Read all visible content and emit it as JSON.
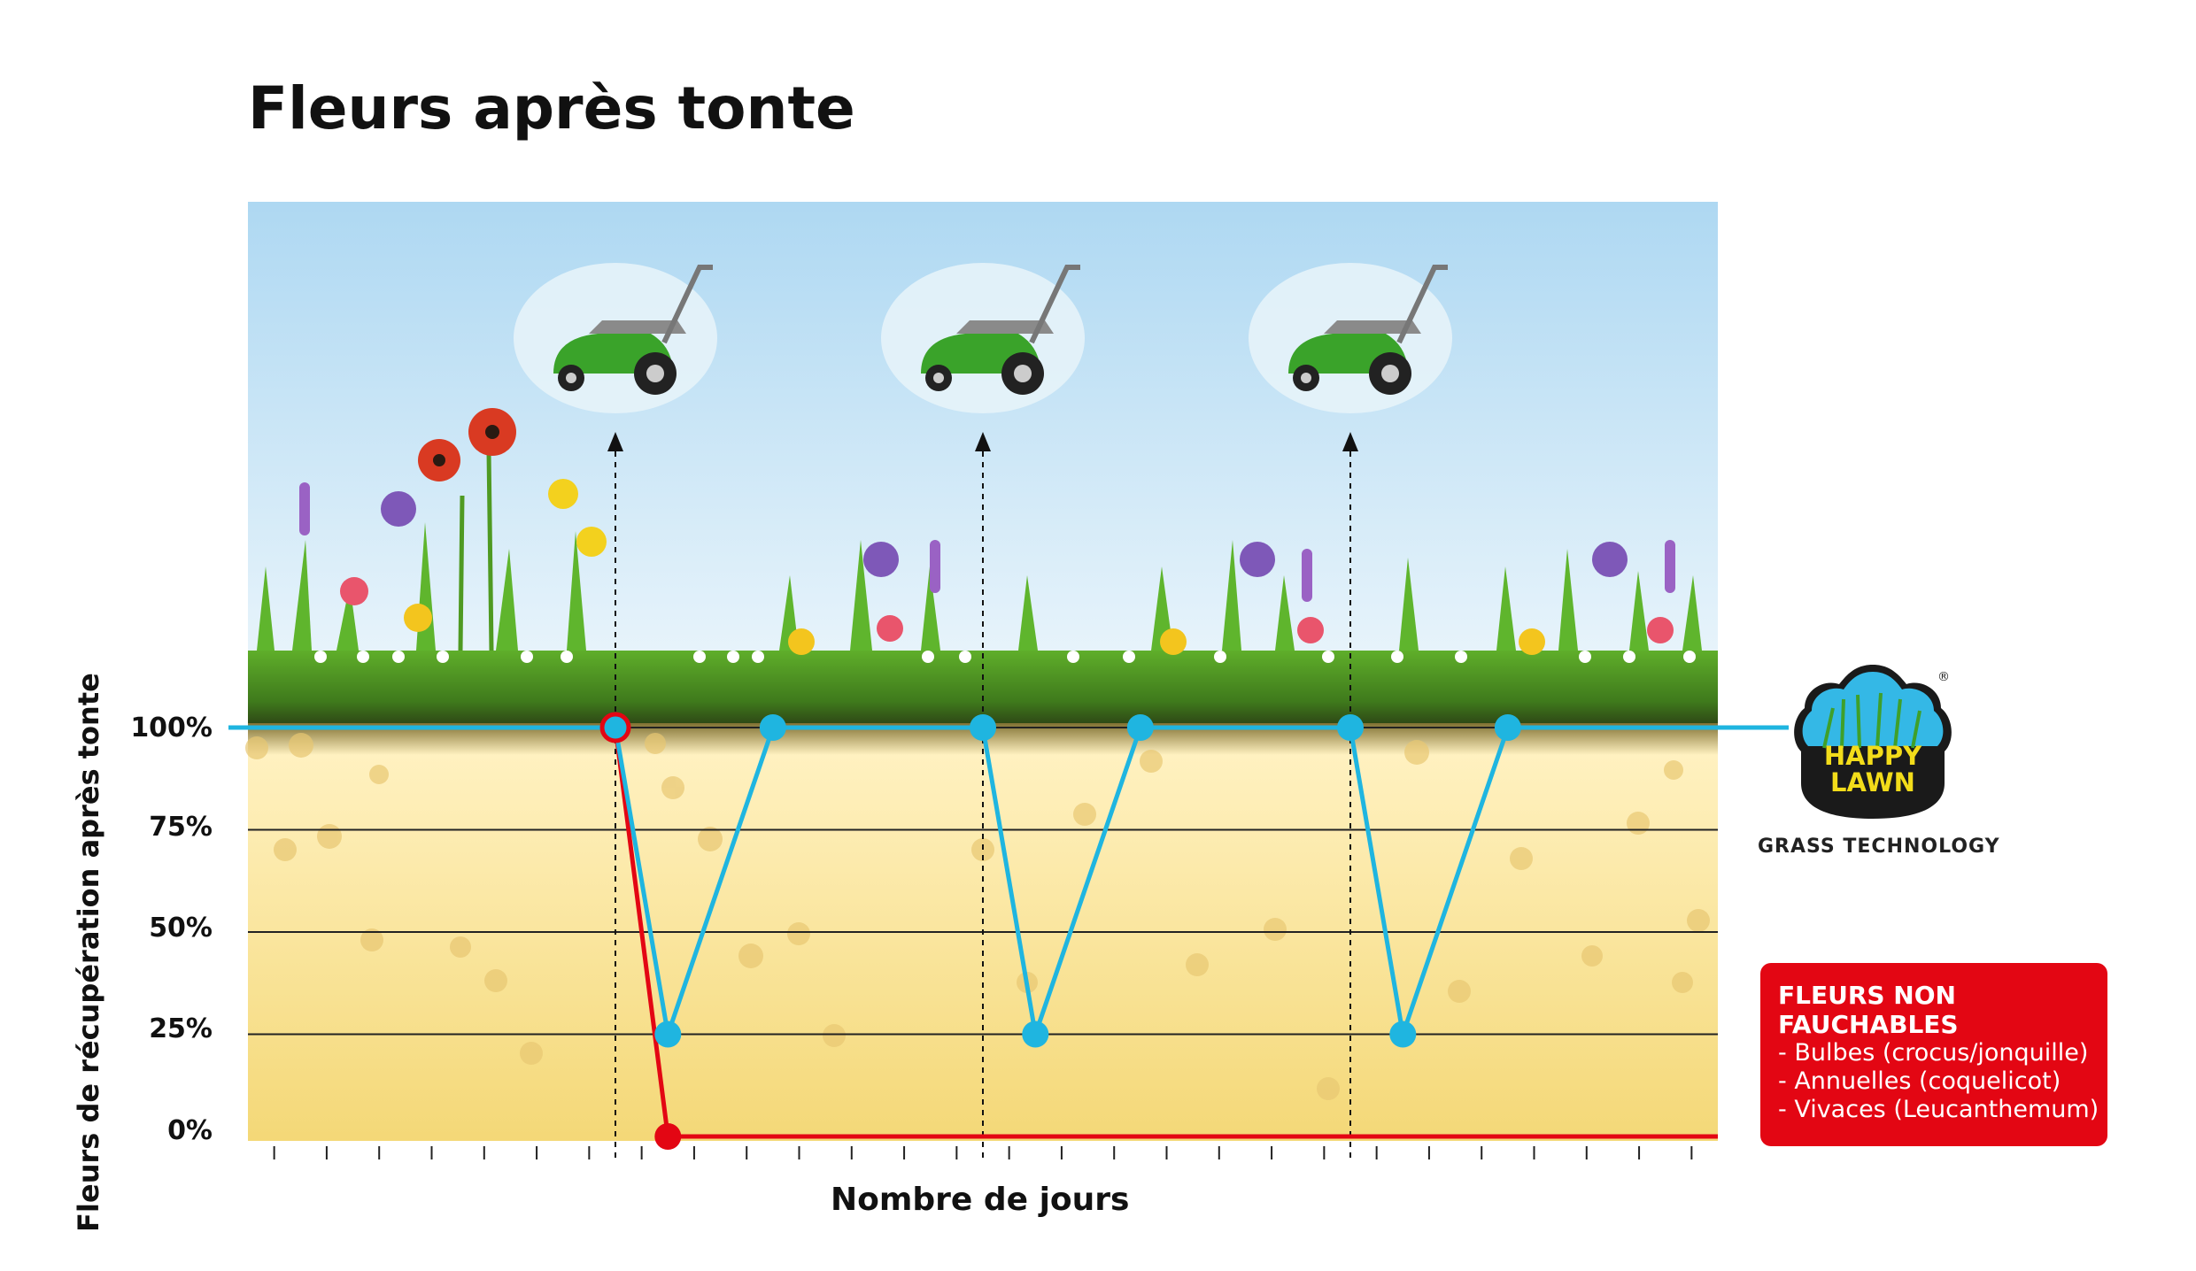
{
  "chart_data": {
    "type": "line",
    "title": "Fleurs après tonte",
    "xlabel": "Nombre de jours",
    "ylabel": "Fleurs de récupération après tonte",
    "y_ticks": [
      "100%",
      "75%",
      "50%",
      "25%",
      "0%"
    ],
    "ylim": [
      0,
      100
    ],
    "xlim": [
      0,
      28
    ],
    "x_tick_count": 28,
    "mowing_days": [
      7,
      14,
      21
    ],
    "grid": true,
    "series": [
      {
        "color": "#1fb5e0",
        "points": [
          [
            0,
            100
          ],
          [
            7,
            100
          ],
          [
            8,
            25
          ],
          [
            10,
            100
          ],
          [
            14,
            100
          ],
          [
            15,
            25
          ],
          [
            17,
            100
          ],
          [
            21,
            100
          ],
          [
            22,
            25
          ],
          [
            24,
            100
          ],
          [
            28,
            100
          ]
        ]
      },
      {
        "color": "#e30613",
        "points": [
          [
            0,
            100
          ],
          [
            7,
            100
          ],
          [
            8,
            0
          ],
          [
            28,
            0
          ]
        ]
      }
    ]
  },
  "colors": {
    "sky_top": "#aed8f2",
    "sky_bottom": "#e8f4fb",
    "soil_top": "#fff1c0",
    "soil_bottom": "#f4d877",
    "grass": "#4c9a1f",
    "mower_body": "#3aa32a",
    "accent_red": "#e30613",
    "accent_blue": "#1fb5e0"
  },
  "icons": [
    "lawn-mower-icon",
    "flower-meadow-illustration",
    "happy-lawn-logo"
  ],
  "brand": {
    "logo_line1": "HAPPY",
    "logo_line2": "LAWN",
    "caption": "GRASS TECHNOLOGY",
    "trademark": "®"
  },
  "note": {
    "title": "FLEURS NON FAUCHABLES",
    "items": [
      "- Bulbes (crocus/jonquille)",
      "- Annuelles (coquelicot)",
      "- Vivaces  (Leucanthemum)"
    ]
  }
}
